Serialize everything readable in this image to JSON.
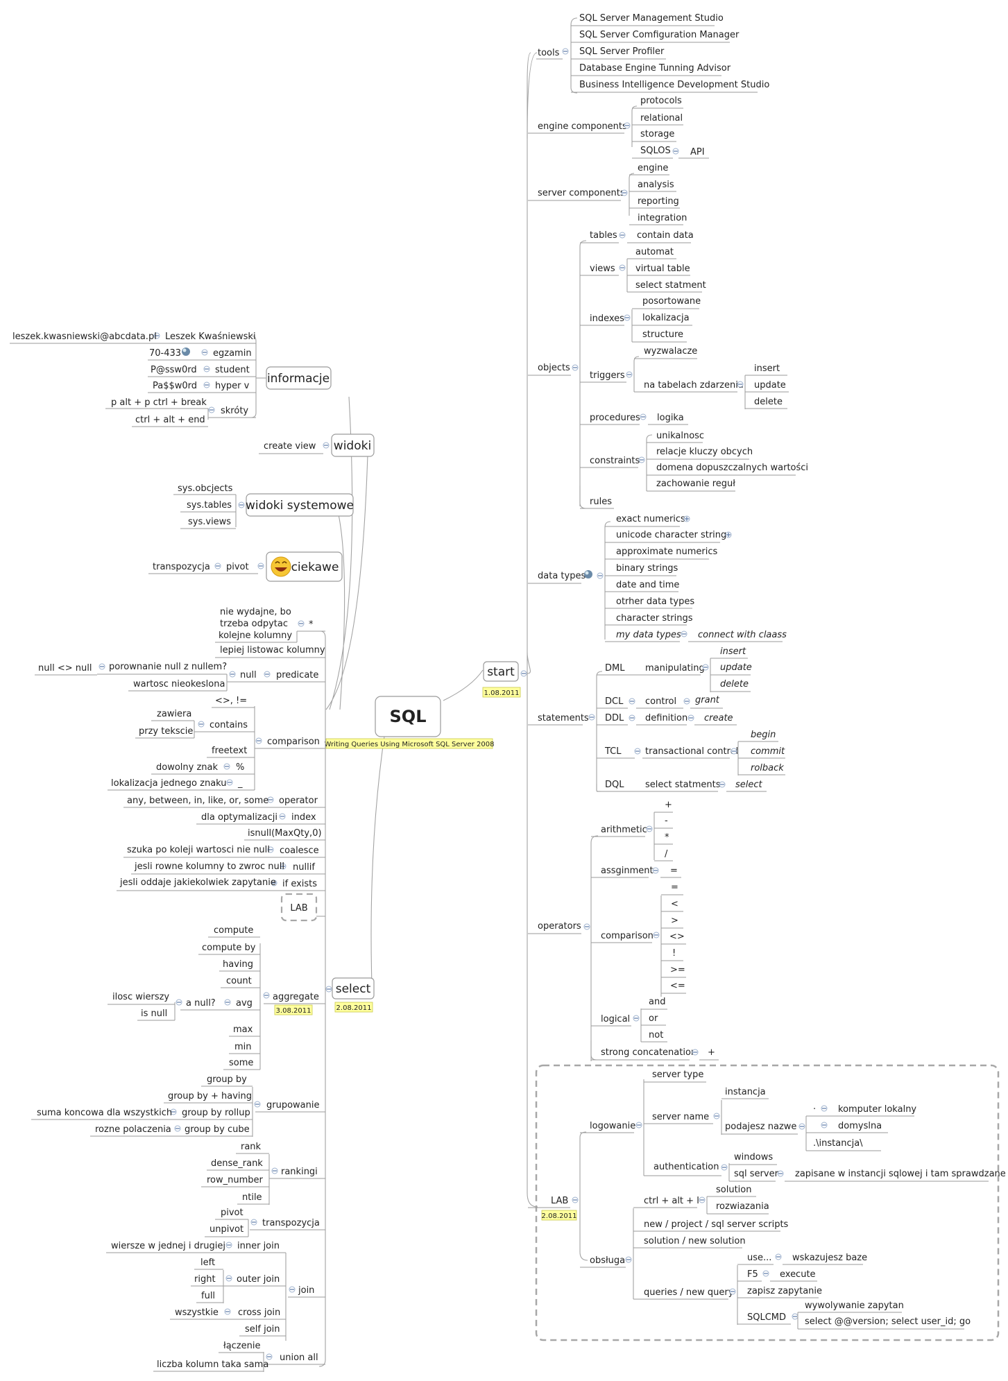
{
  "root": {
    "title": "SQL",
    "subtitle": "Writing Queries Using Microsoft SQL Server 2008"
  },
  "start": {
    "label": "start",
    "date": "1.08.2011"
  },
  "tools": {
    "label": "tools",
    "items": [
      "SQL Server Management Studio",
      "SQL Server Comfiguration Manager",
      "SQL Server Profiler",
      "Database Engine Tunning Advisor",
      "Business Intelligence Development Studio"
    ]
  },
  "engine_components": {
    "label": "engine components",
    "items": [
      "protocols",
      "relational",
      "storage",
      "SQLOS"
    ],
    "sqlos_child": "API"
  },
  "server_components": {
    "label": "server components",
    "items": [
      "engine",
      "analysis",
      "reporting",
      "integration"
    ]
  },
  "objects": {
    "label": "objects",
    "tables": {
      "label": "tables",
      "items": [
        "contain data"
      ]
    },
    "views": {
      "label": "views",
      "items": [
        "automat",
        "virtual table",
        "select statment"
      ]
    },
    "indexes": {
      "label": "indexes",
      "items": [
        "posortowane",
        "lokalizacja",
        "structure"
      ]
    },
    "triggers": {
      "label": "triggers",
      "items": [
        "wyzwalacze",
        "na tabelach zdarzenia"
      ],
      "events": [
        "insert",
        "update",
        "delete"
      ]
    },
    "procedures": {
      "label": "procedures",
      "items": [
        "logika"
      ]
    },
    "constraints": {
      "label": "constraints",
      "items": [
        "unikalnosc",
        "relacje kluczy obcych",
        "domena dopuszczalnych wartości",
        "zachowanie reguł"
      ]
    },
    "rules": {
      "label": "rules"
    }
  },
  "data_types": {
    "label": "data types",
    "items": [
      "exact numerics",
      "unicode character strings",
      "approximate numerics",
      "binary strings",
      "date and time",
      "otrher data types",
      "character strings",
      "my data types"
    ],
    "my_child": "connect with claass"
  },
  "statements": {
    "label": "statements",
    "dml": {
      "label": "DML",
      "child": "manipulating",
      "items": [
        "insert",
        "update",
        "delete"
      ]
    },
    "dcl": {
      "label": "DCL",
      "child": "control",
      "items": [
        "grant"
      ]
    },
    "ddl": {
      "label": "DDL",
      "child": "definition",
      "items": [
        "create"
      ]
    },
    "tcl": {
      "label": "TCL",
      "child": "transactional control",
      "items": [
        "begin",
        "commit",
        "rolback"
      ]
    },
    "dql": {
      "label": "DQL",
      "child": "select statments",
      "items": [
        "select"
      ]
    }
  },
  "operators": {
    "label": "operators",
    "arithmetic": {
      "label": "arithmetic",
      "items": [
        "+",
        "-",
        "*",
        "/"
      ]
    },
    "assignment": {
      "label": "assginment",
      "items": [
        "="
      ]
    },
    "comparison": {
      "label": "comparison",
      "items": [
        "=",
        "<",
        ">",
        "<>",
        "!",
        ">=",
        "<="
      ]
    },
    "logical": {
      "label": "logical",
      "items": [
        "and",
        "or",
        "not"
      ]
    },
    "concat": {
      "label": "strong concatenation",
      "items": [
        "+"
      ]
    }
  },
  "lab": {
    "label": "LAB",
    "date": "2.08.2011",
    "logowanie": {
      "label": "logowanie",
      "server_type": "server type",
      "server_name": "server name",
      "instancja": "instancja",
      "podajesz": "podajesz nazwe",
      "dot": "·",
      "komputer": "komputer lokalny",
      "domyslna": "domyslna",
      "instancja_path": ".\\instancja\\",
      "authentication": "authentication",
      "windows": "windows",
      "sql_server": "sql server",
      "zapisane": "zapisane w instancji sqlowej i tam sprawdzane"
    },
    "obsluga": {
      "label": "obsługa",
      "ctrl": "ctrl + alt + l",
      "solution": "solution",
      "rozwiazania": "rozwiazania",
      "new_project": "new / project / sql server scripts",
      "solution_new": "solution / new solution",
      "queries": "queries / new query",
      "use": "use...",
      "wskazujesz": "wskazujesz baze",
      "f5": "F5",
      "execute": "execute",
      "zapisz": "zapisz zapytanie",
      "sqlcmd": "SQLCMD",
      "wywolywanie": "wywolywanie zapytan",
      "select_ver": "select @@version; select user_id; go"
    }
  },
  "informacje": {
    "label": "informacje",
    "person": "Leszek Kwaśniewski",
    "email": "leszek.kwasniewski@abcdata.pl",
    "egzamin": "egzamin",
    "exam_code": "70-433",
    "student": "student",
    "student_pw": "P@ssw0rd",
    "hyperv": "hyper v",
    "hyperv_pw": "Pa$$w0rd",
    "skroty": "skróty",
    "skroty_items": [
      "p alt + p ctrl + break",
      "ctrl + alt + end"
    ]
  },
  "widoki": {
    "label": "widoki",
    "child": "create view"
  },
  "widoki_systemowe": {
    "label": "widoki systemowe",
    "items": [
      "sys.obcjects",
      "sys.tables",
      "sys.views"
    ]
  },
  "ciekawe": {
    "label": "ciekawe",
    "pivot": "pivot",
    "transpozycja": "transpozycja"
  },
  "select": {
    "label": "select",
    "date": "2.08.2011",
    "star": "*",
    "star_note": [
      "nie wydajne, bo",
      "trzeba odpytac",
      "kolejne kolumny"
    ],
    "lepiej": "lepiej listowac kolumny",
    "predicate": "predicate",
    "null": "null",
    "porownanie": "porownanie null z nullem?",
    "nullne": "null <> null",
    "wartosc": "wartosc nieokeslona",
    "comparison": "comparison",
    "cmp_ops": "<>, !=",
    "contains": "contains",
    "zawiera": "zawiera",
    "przy": "przy tekscie",
    "freetext": "freetext",
    "percent": "%",
    "dowolny": "dowolny znak",
    "underscore": "_",
    "lokalizacja": "lokalizacja jednego znaku",
    "operator": "operator",
    "operator_text": "any, between, in, like, or, some",
    "index": "index",
    "index_text": "dla optymalizacji",
    "isnull": "isnull(MaxQty,0)",
    "coalesce": "coalesce",
    "coalesce_text": "szuka po koleji wartosci nie null",
    "nullif": "nullif",
    "nullif_text": "jesli rowne kolumny to zwroc null",
    "ifexists": "if exists",
    "ifexists_text": "jesli oddaje jakiekolwiek zapytanie",
    "lab": "LAB",
    "aggregate": "aggregate",
    "aggregate_date": "3.08.2011",
    "agg_items": [
      "compute",
      "compute by",
      "having",
      "count",
      "avg",
      "max",
      "min",
      "some"
    ],
    "anull": "a null?",
    "ilosc": "ilosc wierszy",
    "isnullw": "is null",
    "grupowanie": "grupowanie",
    "groupby": "group by",
    "groupbyhaving": "group by + having",
    "rollup": "group by rollup",
    "suma": "suma koncowa dla wszystkich",
    "cube": "group by cube",
    "rozne": "rozne polaczenia",
    "rankingi": "rankingi",
    "rank_items": [
      "rank",
      "dense_rank",
      "row_number",
      "ntile"
    ],
    "transpozycja": "transpozycja",
    "trans_items": [
      "pivot",
      "unpivot"
    ],
    "join": "join",
    "inner": "inner join",
    "wiersze": "wiersze w jednej i drugiej",
    "outer": "outer join",
    "outer_items": [
      "left",
      "right",
      "full"
    ],
    "cross": "cross join",
    "wszystkie": "wszystkie",
    "selfjoin": "self join",
    "union": "union all",
    "laczenie": "łączenie",
    "liczba": "liczba kolumn taka sama"
  }
}
